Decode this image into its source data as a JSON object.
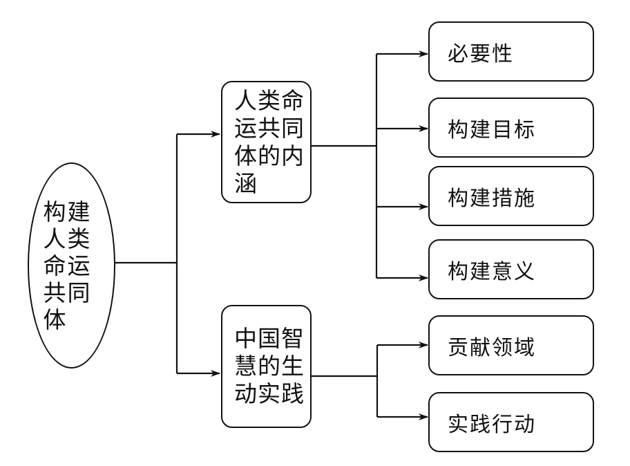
{
  "diagram": {
    "root": {
      "label": "构建人类命运共同体"
    },
    "branches": [
      {
        "label": "人类命运共同体的内涵",
        "children": [
          "必要性",
          "构建目标",
          "构建措施",
          "构建意义"
        ]
      },
      {
        "label": "中国智慧的生动实践",
        "children": [
          "贡献领域",
          "实践行动"
        ]
      }
    ],
    "colors": {
      "line": "#111111",
      "background": "#ffffff"
    }
  }
}
